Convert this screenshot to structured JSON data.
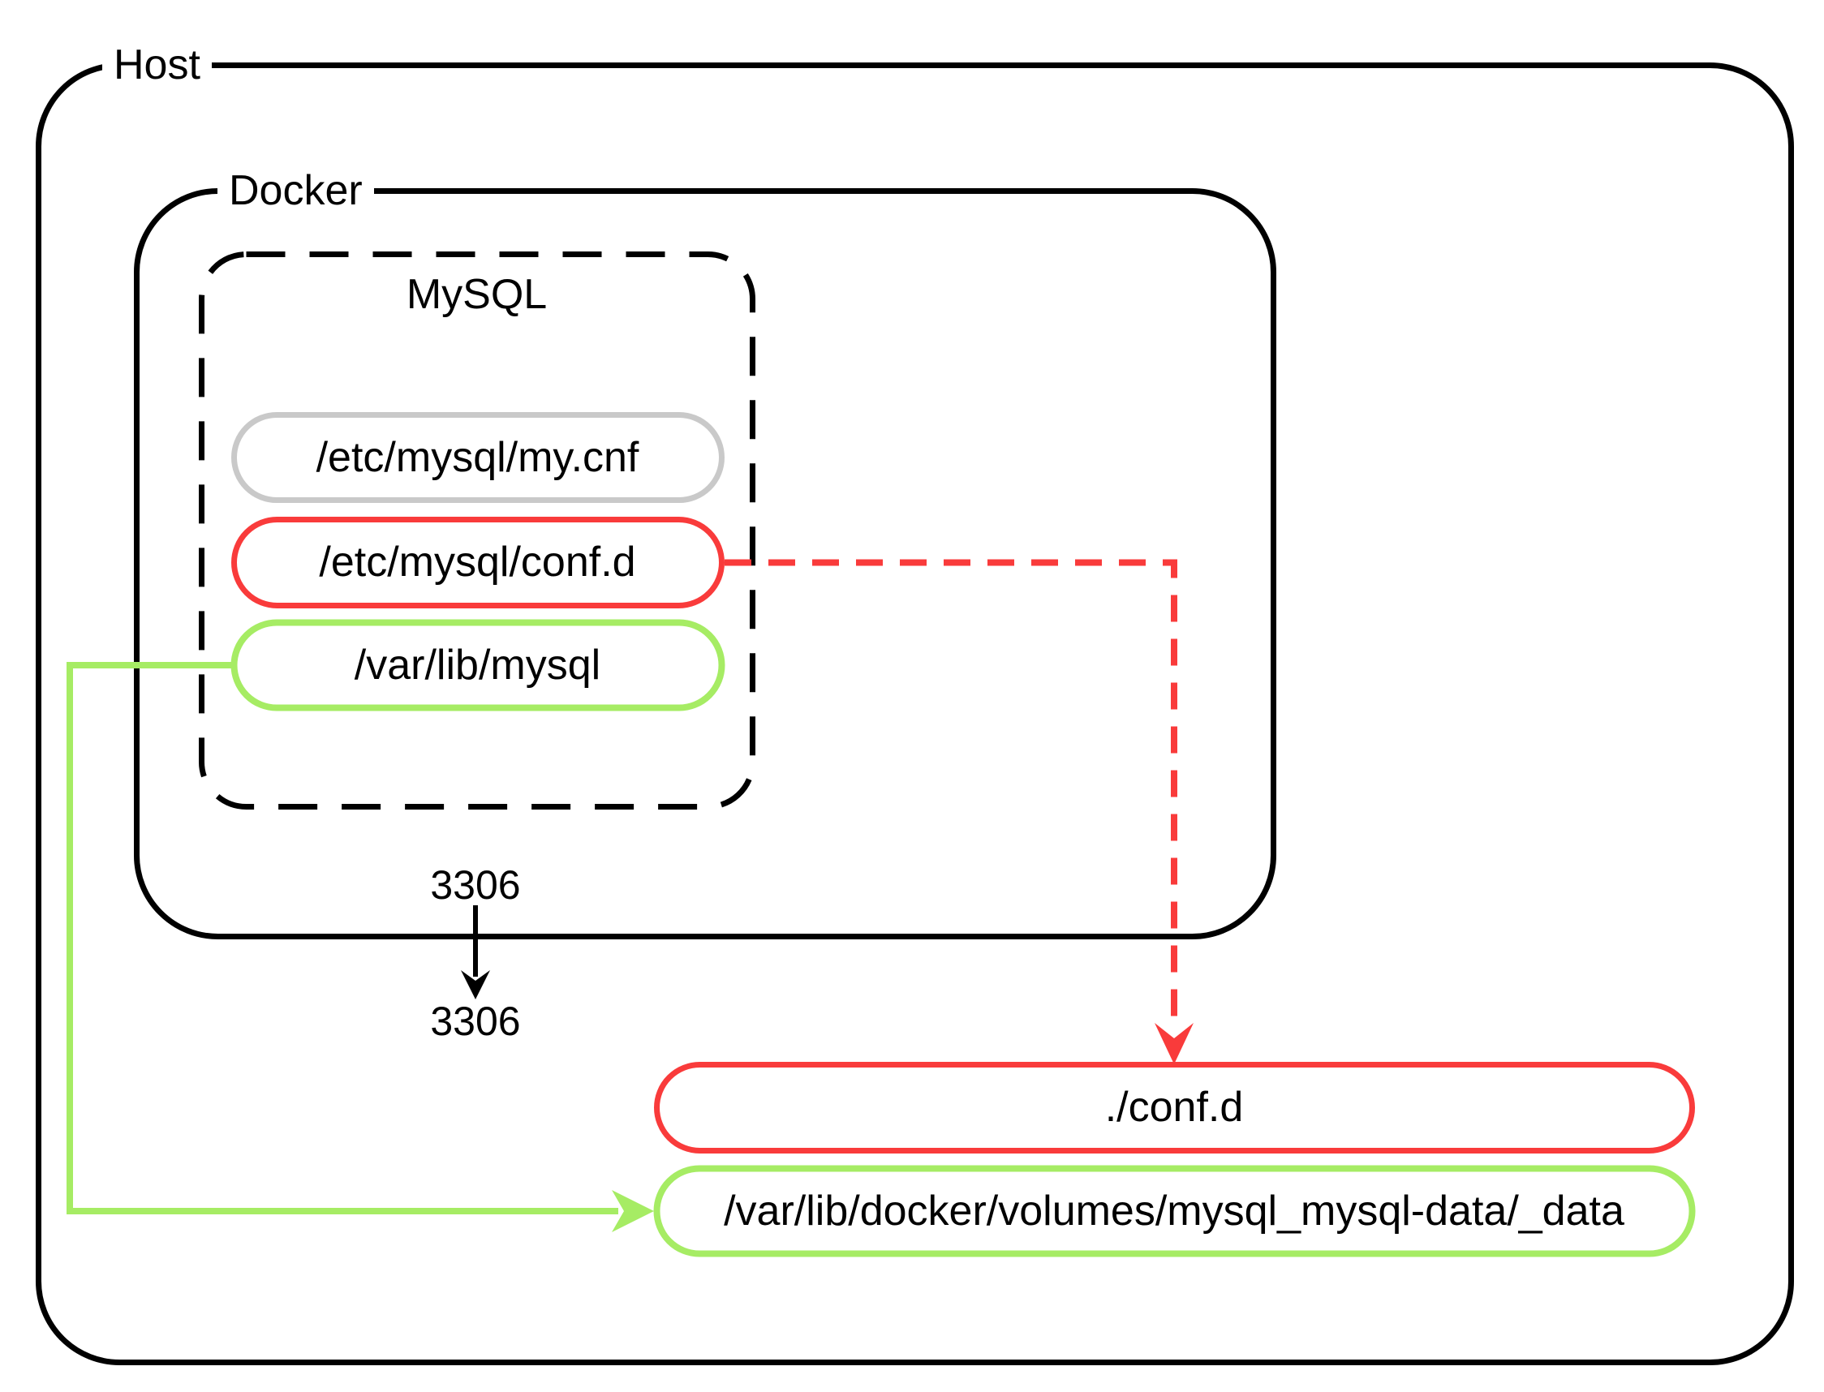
{
  "host": {
    "label": "Host"
  },
  "docker": {
    "label": "Docker"
  },
  "mysql": {
    "label": "MySQL"
  },
  "container_mounts": [
    {
      "label": "/etc/mysql/my.cnf",
      "color": "#c9c9c9"
    },
    {
      "label": "/etc/mysql/conf.d",
      "color": "#f93b3b"
    },
    {
      "label": "/var/lib/mysql",
      "color": "#a6ec64"
    }
  ],
  "host_paths": [
    {
      "label": "./conf.d",
      "color": "#f93b3b"
    },
    {
      "label": "/var/lib/docker/volumes/mysql_mysql-data/_data",
      "color": "#a6ec64"
    }
  ],
  "ports": {
    "container": "3306",
    "host": "3306"
  },
  "colors": {
    "red": "#f93b3b",
    "green": "#a6ec64",
    "gray": "#c9c9c9",
    "black": "#000000"
  }
}
